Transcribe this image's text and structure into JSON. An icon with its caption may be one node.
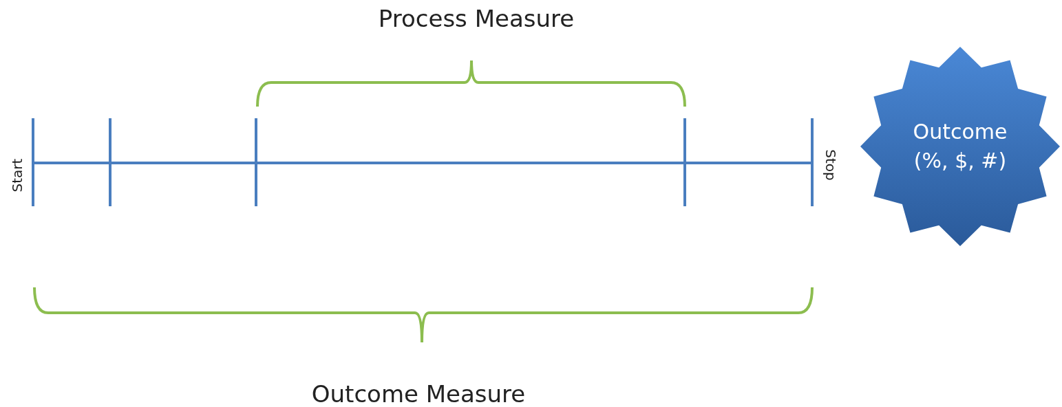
{
  "diagram": {
    "nodes": [
      {
        "text": [
          "Outcome (%, $, #)"
        ]
      }
    ],
    "edges": [],
    "labels": [
      "Process Measure",
      "Start",
      "Stop",
      "Outcome Measure"
    ]
  }
}
